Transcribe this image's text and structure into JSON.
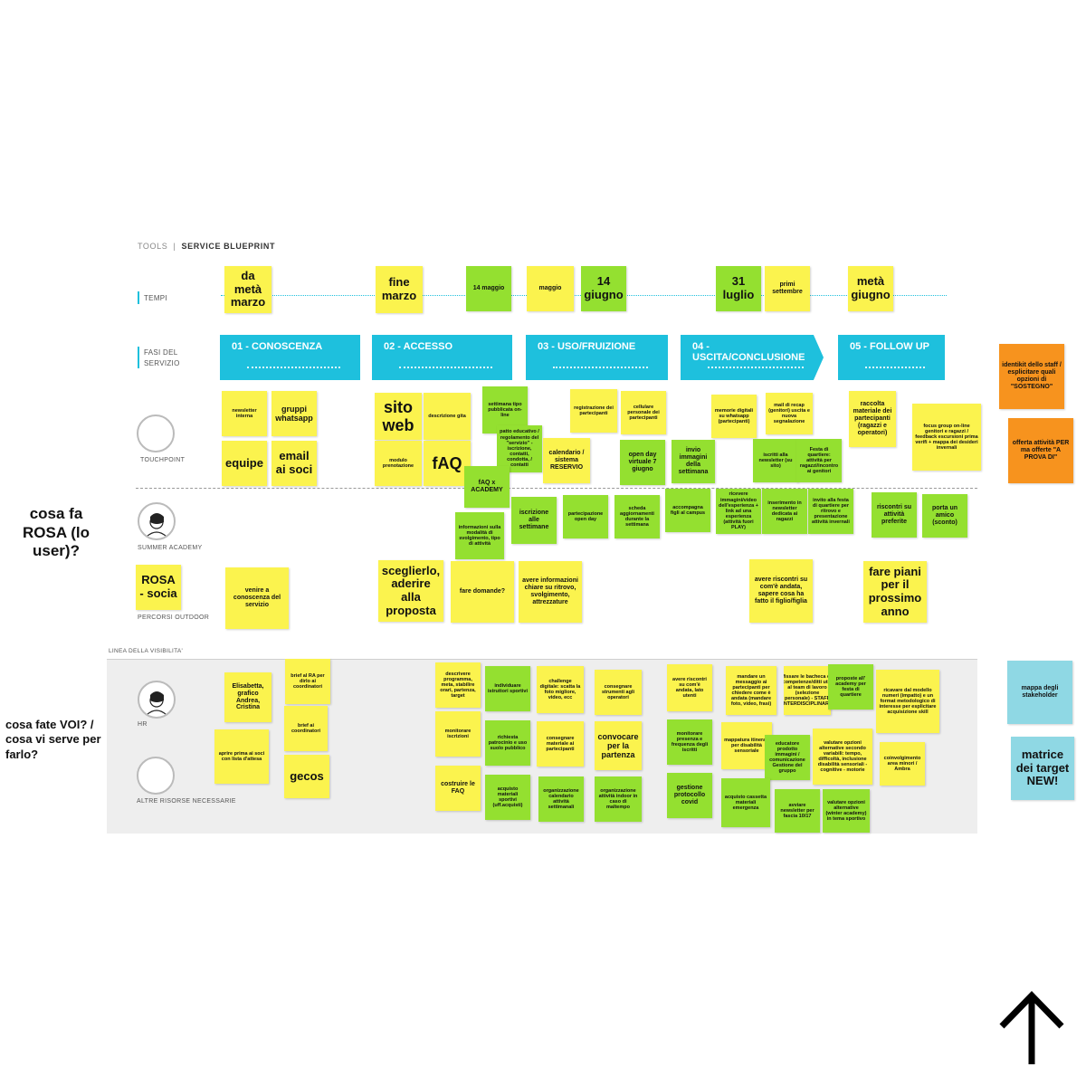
{
  "header": {
    "tools": "TOOLS",
    "separator": "|",
    "title": "SERVICE BLUEPRINT"
  },
  "row_labels": {
    "tempi": "TEMPI",
    "fasi_line1": "FASI DEL",
    "fasi_line2": "SERVIZIO",
    "touchpoint": "TOUCHPOINT",
    "summer_academy": "SUMMER ACADEMY",
    "percorsi": "PERCORSI OUTDOOR",
    "visibilita": "LINEA DELLA VISIBILITA'",
    "hr": "HR",
    "altre_risorse": "ALTRE RISORSE NECESSARIE"
  },
  "left_titles": {
    "rosa": "cosa fa ROSA (lo user)?",
    "voi": "cosa fate VOI? / cosa vi serve per farlo?"
  },
  "phases": [
    "01 - CONOSCENZA",
    "02 - ACCESSO",
    "03 - USO/FRUIZIONE",
    "04 - USCITA/CONCLUSIONE",
    "05 - FOLLOW UP"
  ],
  "tempi": [
    "da metà marzo",
    "fine marzo",
    "14 maggio",
    "maggio",
    "14 giugno",
    "31 luglio",
    "primi settembre",
    "metà giugno"
  ],
  "touchpoint": [
    "newsletter interna",
    "gruppi whatsapp",
    "equipe",
    "email ai soci",
    "sito web",
    "descrizione gita",
    "modulo prenotazione",
    "fAQ",
    "settimana tipo pubblicata on-line",
    "patto educativo / regolamento del \"servizio\" - iscrizione, contatti, condotta, / contatti",
    "registrazione dei partecipanti",
    "cellulare personale dei partecipanti",
    "calendario / sistema RESERVIO",
    "open day virtuale 7 giugno",
    "memorie digitali su whatsapp (partecipanti)",
    "invio immagini della settimana",
    "mail di recap (genitori) uscita e nuova segnalazione",
    "iscritti alla newsletter (su sito)",
    "Festa di quartiere: attività per ragazzi/incontro ai genitori",
    "raccolta materiale dei partecipanti (ragazzi e operatori)",
    "focus group on-line genitori e ragazzi / feedback escursioni prima verifi + mappa dei desideri invernali"
  ],
  "summer_academy": [
    "fAQ x ACADEMY",
    "informazioni sulla modalità di svolgimento, tipo di attività",
    "iscrizione alle settimane",
    "partecipazione open day",
    "scheda aggiornamenti durante la settimana",
    "accompagna figli al campus",
    "ricevere immagini/video dell'esperienza + link ad una esperienza (attività fuori PLAY)",
    "inserimento in newsletter dedicata ai ragazzi",
    "invito alla festa di quartiere per ritrovo e presentazione attività invernali",
    "riscontri su attività preferite",
    "porta un amico (sconto)"
  ],
  "percorsi": [
    "ROSA - socia",
    "venire a conoscenza del servizio",
    "sceglierlo, aderire alla proposta",
    "fare domande?",
    "avere informazioni chiare su ritrovo, svolgimento, attrezzature",
    "avere riscontri su com'è andata, sapere cosa ha fatto il figlio/figlia",
    "fare piani per il prossimo anno"
  ],
  "hr": [
    "Elisabetta, grafico Andrea, Cristina",
    "brief al RA per dirlo ai coordinatori",
    "brief ai coordinatori",
    "aprire prima ai soci con lista d'attesa",
    "gecos",
    "descrivere programma, meta, stabilire orari, partenza, target",
    "individuare istruttori sportivi",
    "challenge digitale: scatta la foto migliore, video, ecc",
    "consegnare strumenti agli operatori",
    "monitorare iscrizioni",
    "richiesta patrocinio e uso suolo pubblico",
    "consegnare materiale ai partecipanti",
    "convocare per la partenza",
    "costruire le FAQ",
    "acquisto materiali sportivi (uff.acquisti)",
    "organizzazione calendario attività settimanali",
    "organizzazione attività indoor in caso di maltempo",
    "avere riscontri su com'è andata, lato utenti",
    "mandare un messaggio ai partecipanti per chiedere come è andata (mandare foto, video, frasi)",
    "fissare le bacheca di competenze/ditti utili al team di lavoro (selezione personale) - STAFF INTERDISCIPLINARE",
    "proposte all' academy per festa di quartiere",
    "ricavare dal modello numeri (impatto) e un format metodologico di interesse per esplicitare acquisizione skill",
    "monitorare presenza e frequenza degli iscritti",
    "mappatura itinerari per disabilità sensoriale",
    "educatore prodotto immagini / comunicazione Gestione del gruppo",
    "valutare opzioni alternative secondo variabili: tempo, difficoltà, inclusione disabilità sensoriali - cognitive - motorie",
    "coinvolgimento area minori / Ambra",
    "gestione protocollo covid",
    "acquisto cassetta materiali emergenza",
    "avviare newsletter per fascia 10/17",
    "valutare opzioni alternative (winter academy) in tema sportivo"
  ],
  "side": [
    "identikit dello staff / esplicitare quali opzioni di \"SOSTEGNO\"",
    "offerta attività PER ma offerte \"A PROVA DI\"",
    "mappa degli stakeholder",
    "matrice dei target NEW!"
  ],
  "icons": {
    "arrow": "arrow-up-icon",
    "face": "user-face-icon",
    "circle": "empty-avatar-icon"
  },
  "colors": {
    "yellow": "#fbf34e",
    "green": "#94e030",
    "orange": "#f7931e",
    "blue": "#8fd8e4",
    "phase": "#1ec0dd",
    "backstage": "#eeeeee"
  }
}
